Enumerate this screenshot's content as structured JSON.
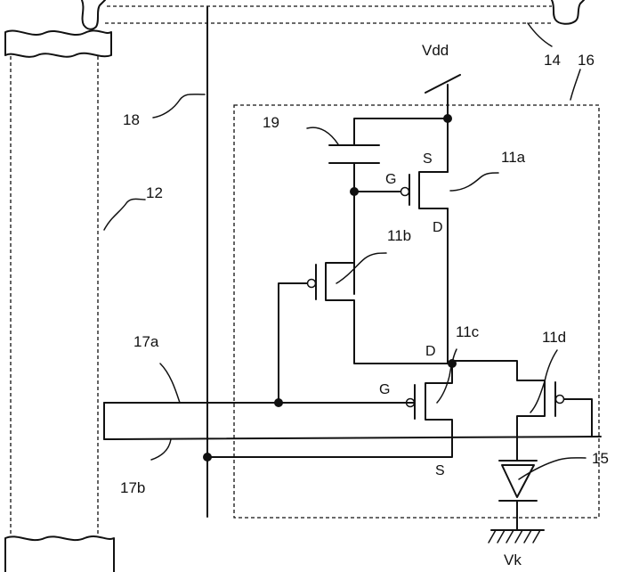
{
  "labels": {
    "vdd": "Vdd",
    "vk": "Vk",
    "ref_12": "12",
    "ref_14": "14",
    "ref_15": "15",
    "ref_16": "16",
    "ref_17a": "17a",
    "ref_17b": "17b",
    "ref_18": "18",
    "ref_19": "19",
    "ref_11a": "11a",
    "ref_11b": "11b",
    "ref_11c": "11c",
    "ref_11d": "11d",
    "term_s_top": "S",
    "term_g_11a": "G",
    "term_d_11a": "D",
    "term_d_11c": "D",
    "term_g_11c": "G",
    "term_s_bottom": "S"
  }
}
